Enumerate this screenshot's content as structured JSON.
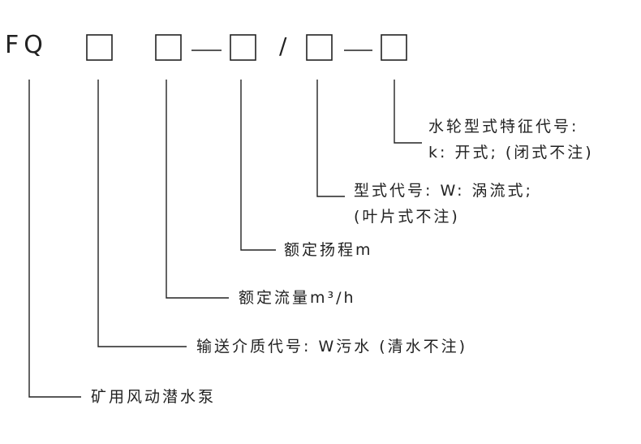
{
  "model_prefix": "FQ",
  "separator_slash": "/",
  "labels": {
    "wheel_type": "水轮型式特征代号:",
    "wheel_type_value": "k: 开式; (闭式不注)",
    "type_code": "型式代号: W: 涡流式;",
    "type_code_note": "(叶片式不注)",
    "rated_head": "额定扬程m",
    "rated_flow": "额定流量m³/h",
    "medium_code": "输送介质代号: W污水 (清水不注)",
    "pump_name": "矿用风动潜水泵"
  }
}
